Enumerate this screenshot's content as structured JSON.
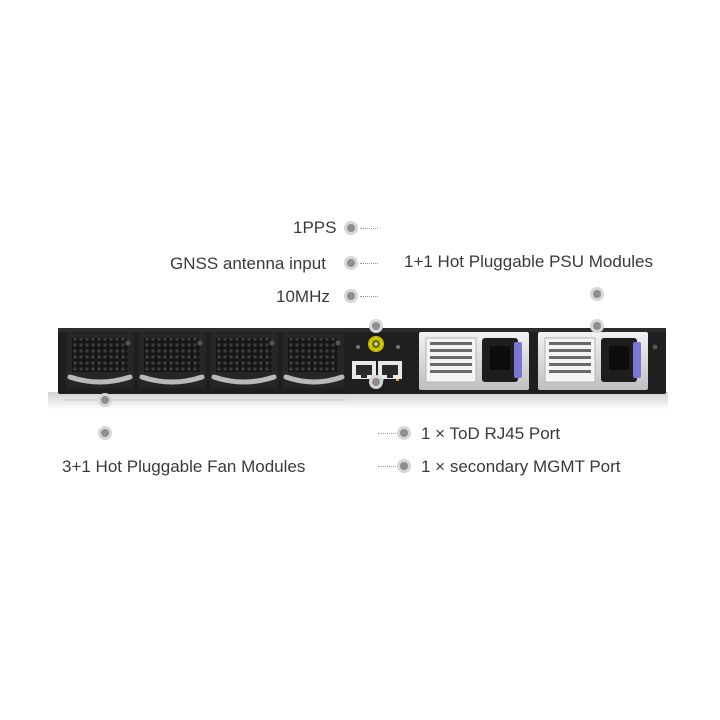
{
  "callouts": {
    "pps": "1PPS",
    "gnss": "GNSS antenna input",
    "mhz": "10MHz",
    "psu": "1+1 Hot Pluggable PSU Modules",
    "fan": "3+1 Hot Pluggable Fan Modules",
    "tod": "1 × ToD RJ45 Port",
    "mgmt": "1 × secondary MGMT Port"
  },
  "device": {
    "fan_module_count": 4,
    "psu_module_count": 2,
    "colors": {
      "chassis": "#1f1f20",
      "antenna_connector": "#c8c400",
      "psu_latch": "#7b75d6"
    }
  }
}
